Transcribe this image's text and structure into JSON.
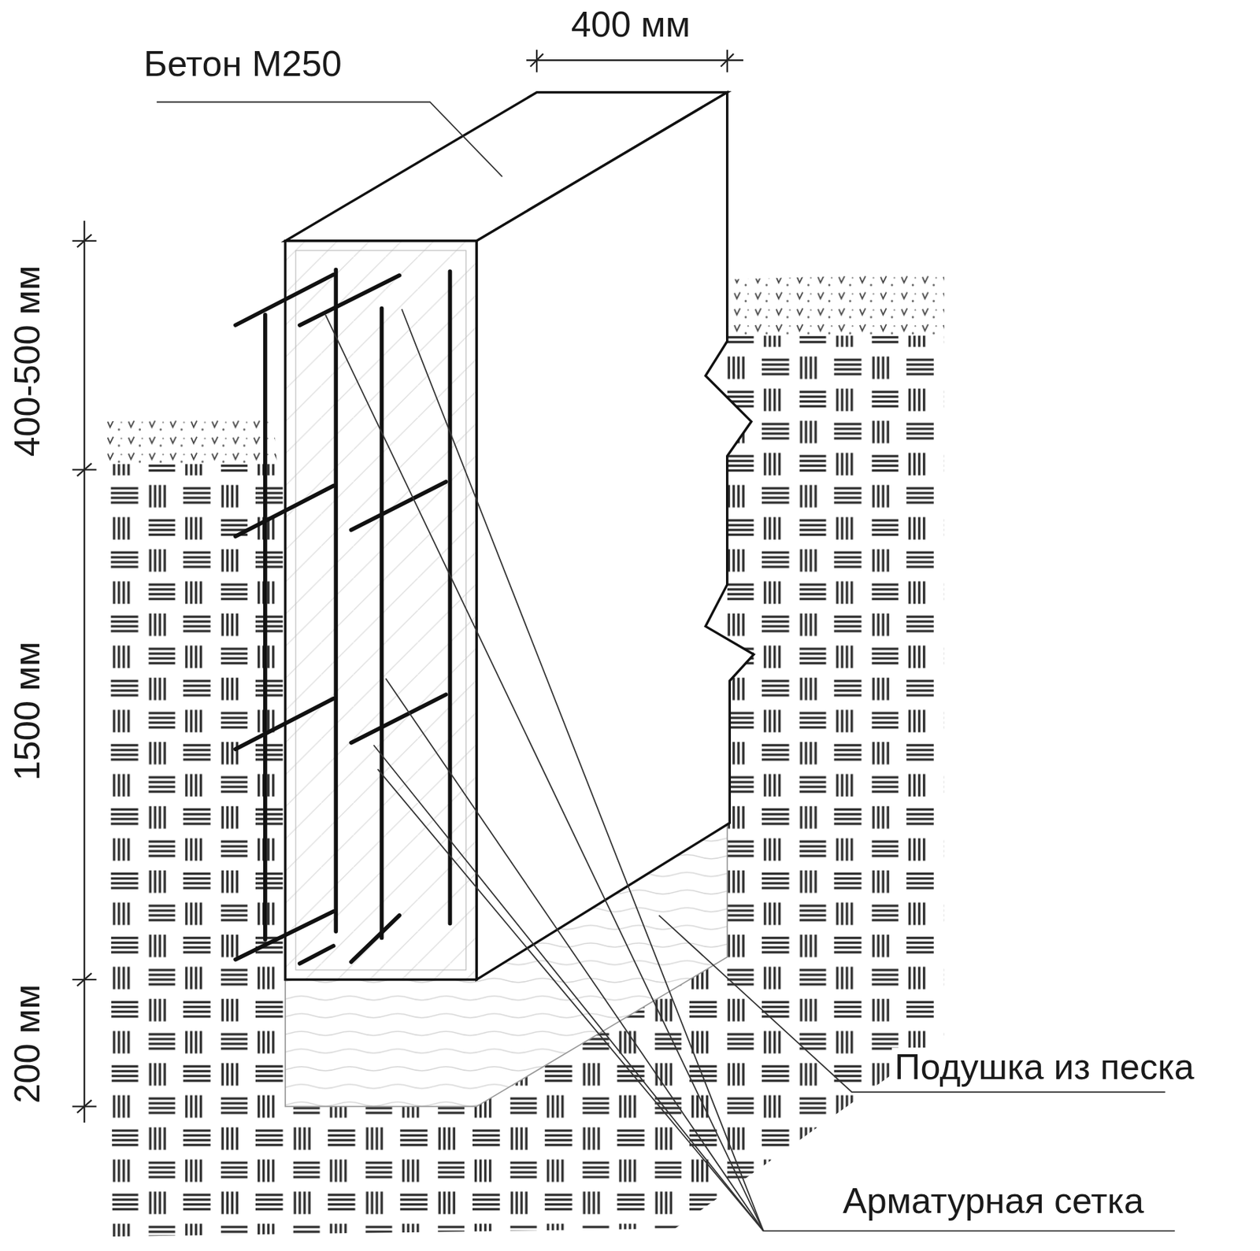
{
  "diagram": {
    "labels": [
      "400 мм",
      "Бетон М250",
      "400-500 мм",
      "1500 мм",
      "200 мм",
      "Подушка из песка",
      "Арматурная сетка"
    ]
  }
}
